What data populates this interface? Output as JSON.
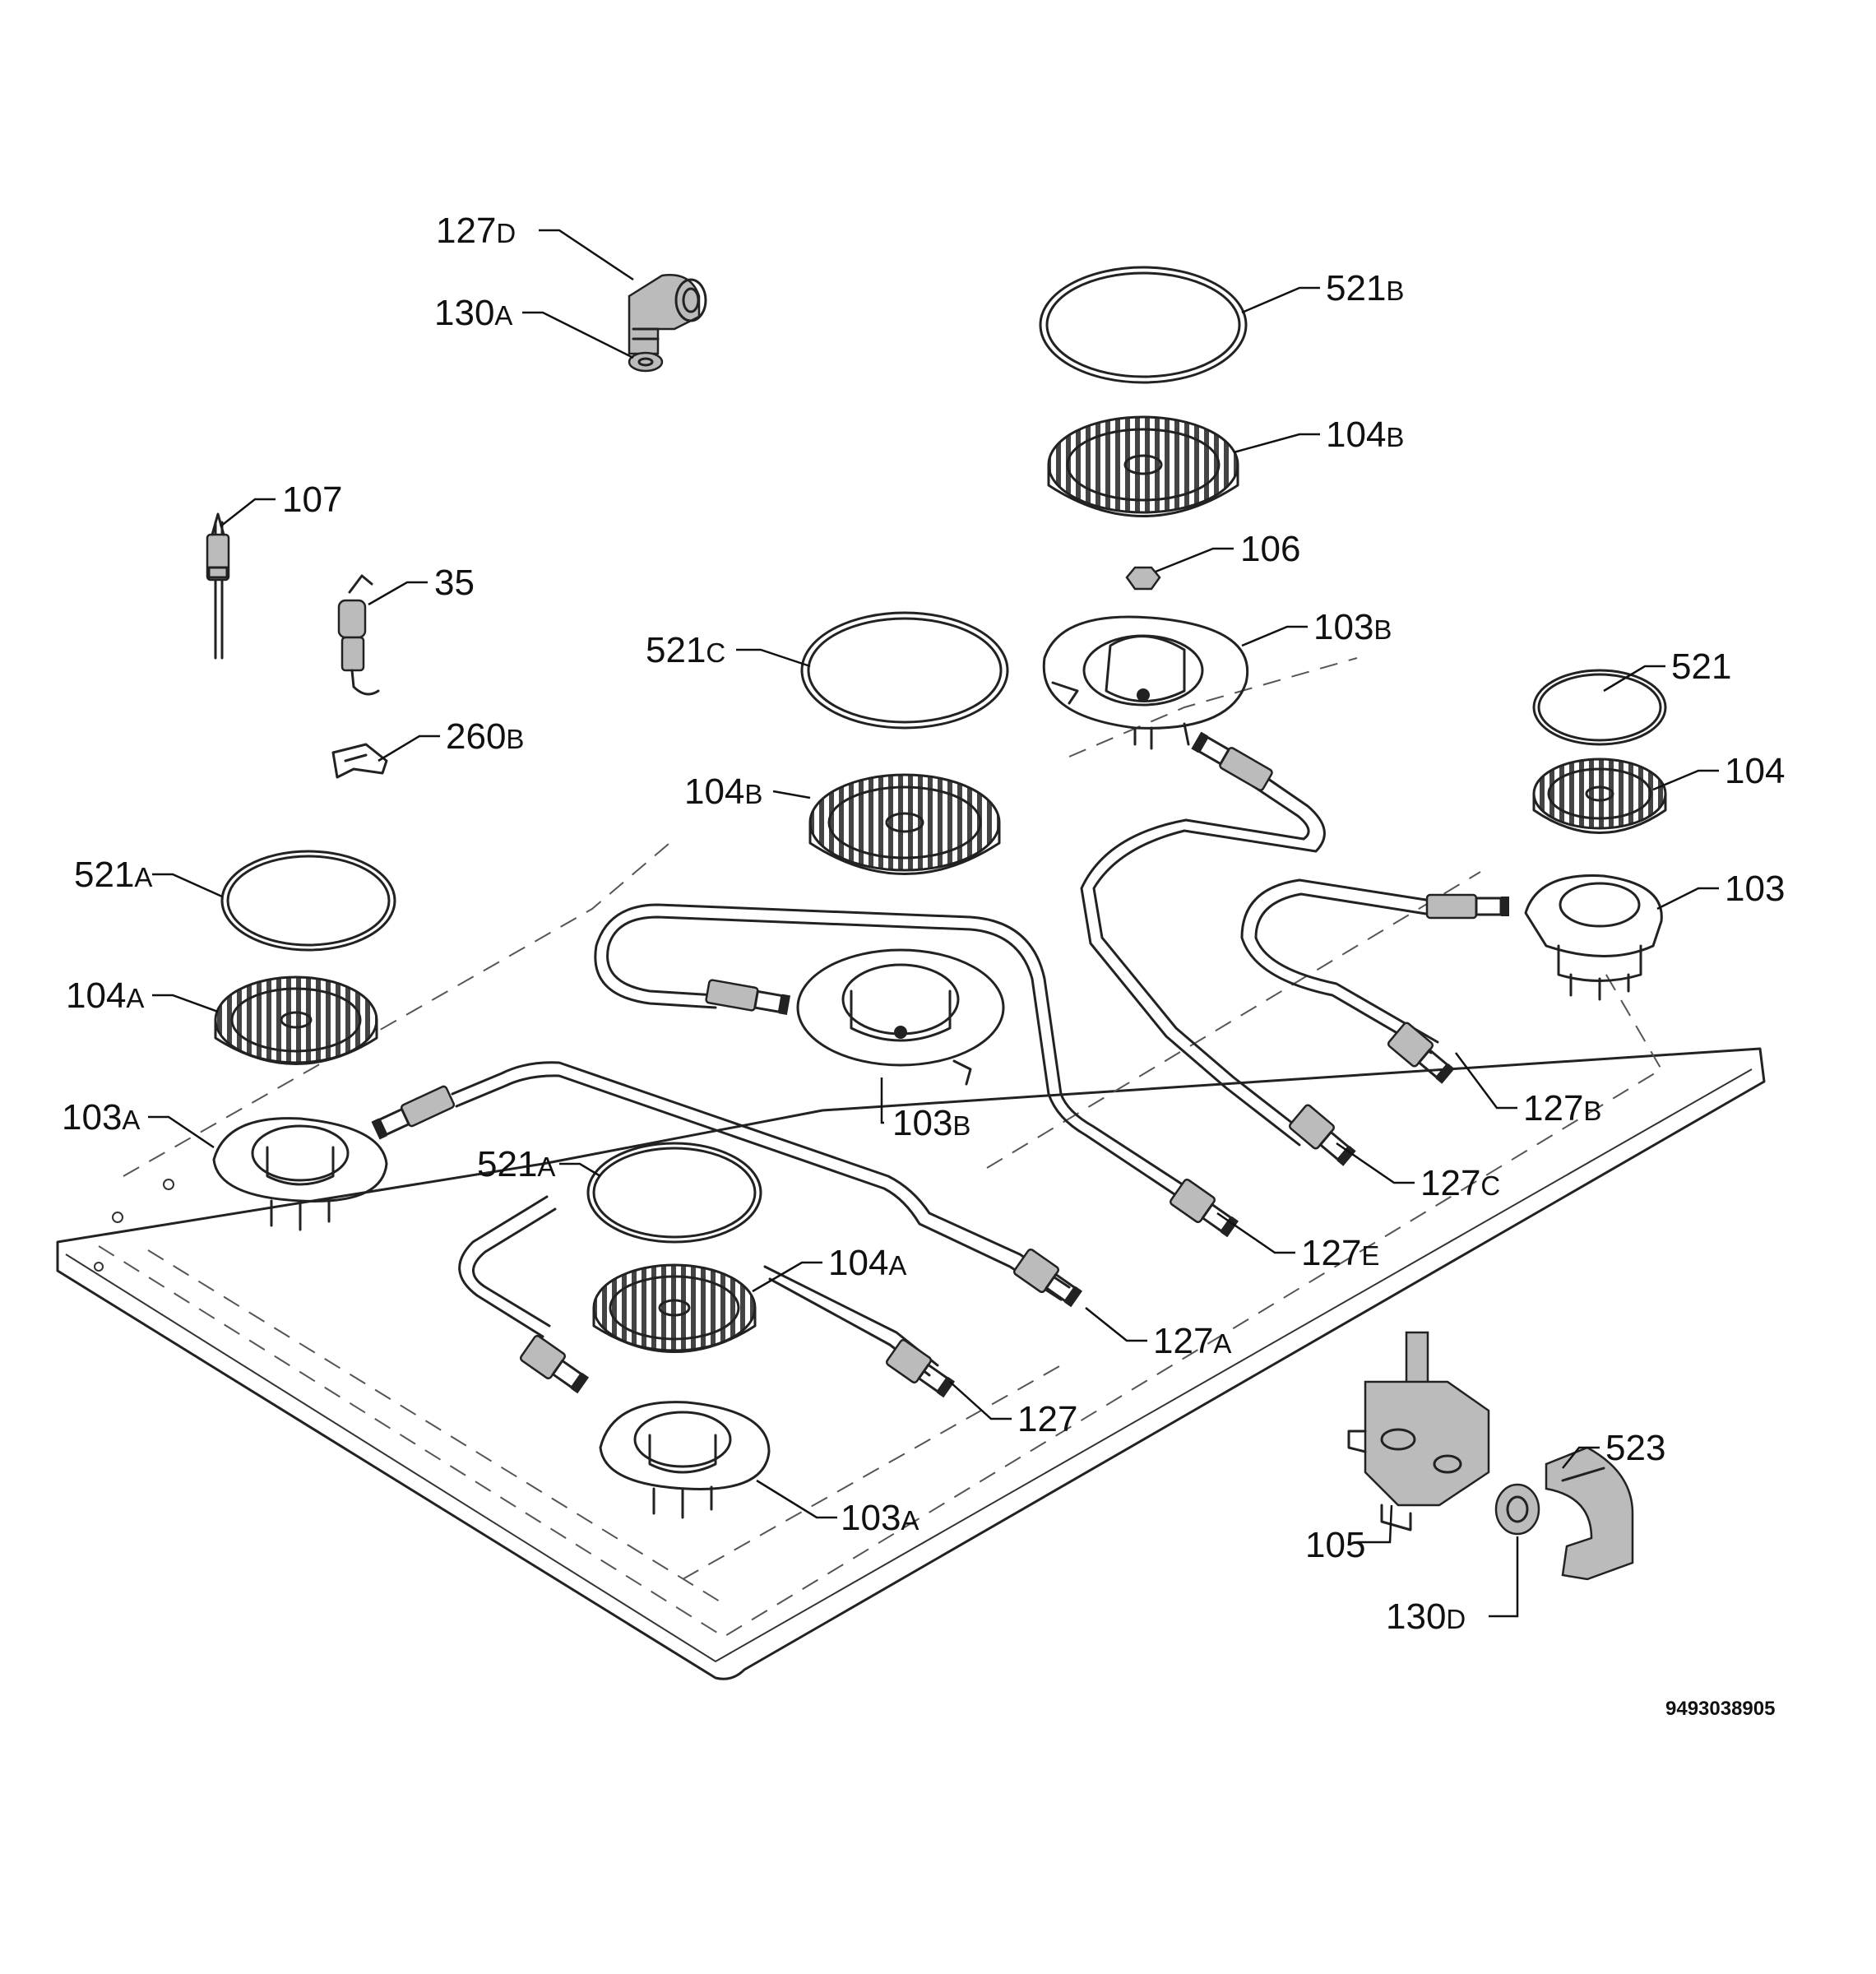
{
  "callouts": [
    {
      "id": "c127d",
      "num": "127",
      "suffix": "D"
    },
    {
      "id": "c130a",
      "num": "130",
      "suffix": "A"
    },
    {
      "id": "c521b",
      "num": "521",
      "suffix": "B"
    },
    {
      "id": "c104b1",
      "num": "104",
      "suffix": "B"
    },
    {
      "id": "c106",
      "num": "106",
      "suffix": ""
    },
    {
      "id": "c107",
      "num": "107",
      "suffix": ""
    },
    {
      "id": "c35",
      "num": "35",
      "suffix": ""
    },
    {
      "id": "c521c",
      "num": "521",
      "suffix": "C"
    },
    {
      "id": "c103b1",
      "num": "103",
      "suffix": "B"
    },
    {
      "id": "c521",
      "num": "521",
      "suffix": ""
    },
    {
      "id": "c260b",
      "num": "260",
      "suffix": "B"
    },
    {
      "id": "c104b2",
      "num": "104",
      "suffix": "B"
    },
    {
      "id": "c104",
      "num": "104",
      "suffix": ""
    },
    {
      "id": "c521a1",
      "num": "521",
      "suffix": "A"
    },
    {
      "id": "c103",
      "num": "103",
      "suffix": ""
    },
    {
      "id": "c104a1",
      "num": "104",
      "suffix": "A"
    },
    {
      "id": "c127b",
      "num": "127",
      "suffix": "B"
    },
    {
      "id": "c103a1",
      "num": "103",
      "suffix": "A"
    },
    {
      "id": "c103b2",
      "num": "103",
      "suffix": "B"
    },
    {
      "id": "c521a2",
      "num": "521",
      "suffix": "A"
    },
    {
      "id": "c127c",
      "num": "127",
      "suffix": "C"
    },
    {
      "id": "c127e",
      "num": "127",
      "suffix": "E"
    },
    {
      "id": "c104a2",
      "num": "104",
      "suffix": "A"
    },
    {
      "id": "c127a",
      "num": "127",
      "suffix": "A"
    },
    {
      "id": "c127",
      "num": "127",
      "suffix": ""
    },
    {
      "id": "c523",
      "num": "523",
      "suffix": ""
    },
    {
      "id": "c103a2",
      "num": "103",
      "suffix": "A"
    },
    {
      "id": "c105",
      "num": "105",
      "suffix": ""
    },
    {
      "id": "c130d",
      "num": "130",
      "suffix": "D"
    }
  ],
  "document_ref": "9493038905"
}
